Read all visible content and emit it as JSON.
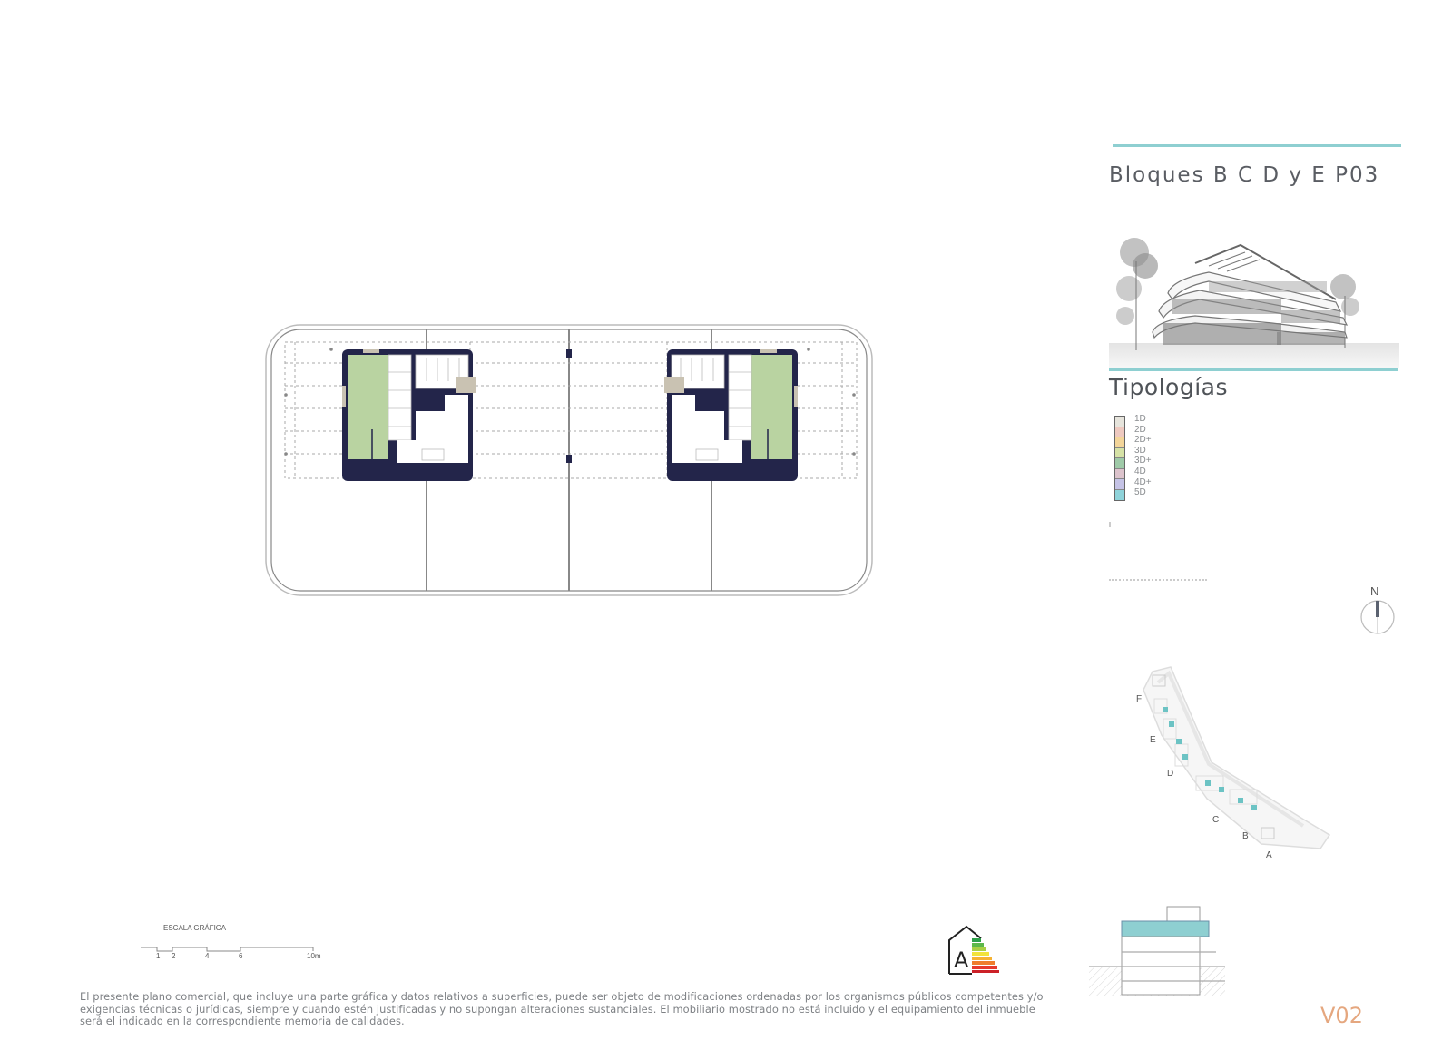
{
  "header": {
    "title": "Bloques B C D y E P03",
    "accent_color": "#8ecfd1"
  },
  "render": {
    "icon": "building-render-sketch"
  },
  "typologies": {
    "heading": "Tipologías",
    "items": [
      {
        "label": "1D",
        "color": "#e6e4dc"
      },
      {
        "label": "2D",
        "color": "#eec9c0"
      },
      {
        "label": "2D+",
        "color": "#f3d59a"
      },
      {
        "label": "3D",
        "color": "#d6e2a6"
      },
      {
        "label": "3D+",
        "color": "#9fcaa8"
      },
      {
        "label": "4D",
        "color": "#dcc3cc"
      },
      {
        "label": "4D+",
        "color": "#c5c3e6"
      },
      {
        "label": "5D",
        "color": "#8fd3da"
      }
    ]
  },
  "compass": {
    "label": "N",
    "icon": "north-compass-icon"
  },
  "site_map": {
    "blocks": [
      "F",
      "E",
      "D",
      "C",
      "B",
      "A"
    ],
    "highlight_color": "#6cc3c4"
  },
  "section": {
    "icon": "building-section-diagram",
    "highlight_color": "#8ecfd1"
  },
  "version": "V02",
  "version_color": "#e5a77f",
  "floor_plan": {
    "unit_color": "#b9d3a1",
    "wall_color": "#23254a",
    "accent_color": "#c9c2b2"
  },
  "energy_label": {
    "rating": "A"
  },
  "scale_bar": {
    "title": "ESCALA GRÁFICA",
    "ticks": [
      "1",
      "2",
      "4",
      "6",
      "10m"
    ]
  },
  "disclaimer": "El presente plano comercial, que incluye una parte gráfica y datos relativos a superficies, puede ser objeto de modificaciones ordenadas por los organismos públicos competentes y/o exigencias técnicas o jurídicas, siempre y cuando estén justificadas y no supongan alteraciones sustanciales. El mobiliario mostrado no está incluido y el equipamiento del inmueble será el indicado en la correspondiente memoria de calidades."
}
